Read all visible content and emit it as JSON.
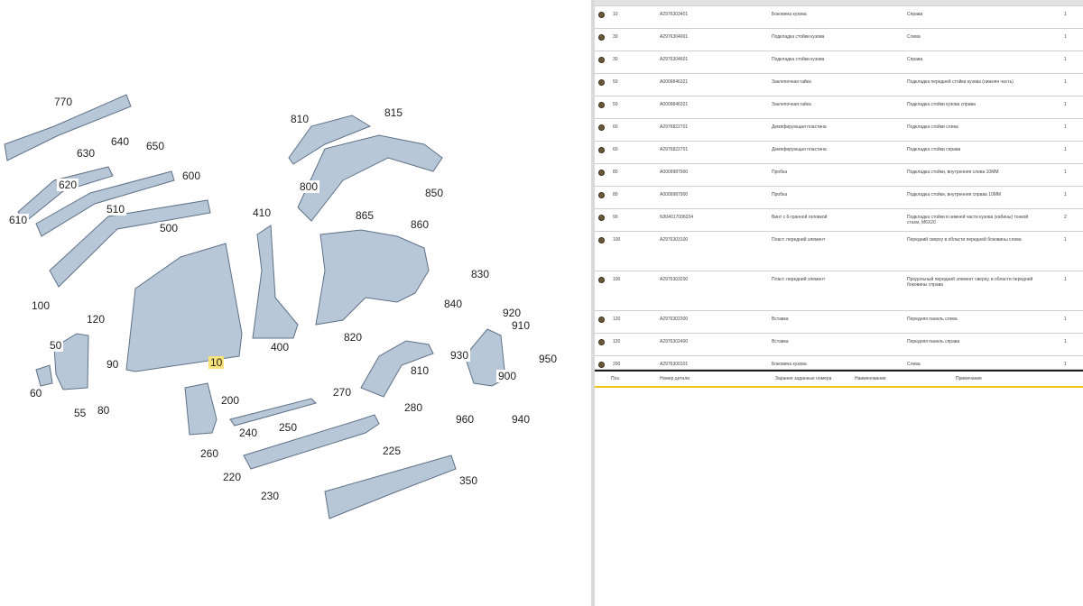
{
  "callouts": [
    "770",
    "810",
    "815",
    "630",
    "640",
    "650",
    "600",
    "620",
    "610",
    "510",
    "500",
    "410",
    "800",
    "850",
    "865",
    "860",
    "100",
    "120",
    "50",
    "90",
    "60",
    "55",
    "80",
    "10",
    "400",
    "830",
    "840",
    "920",
    "910",
    "930",
    "950",
    "900",
    "820",
    "810",
    "270",
    "200",
    "280",
    "240",
    "250",
    "260",
    "220",
    "230",
    "225",
    "350",
    "960",
    "940"
  ],
  "selected_callout": "10",
  "parts_table": {
    "columns": [
      "Поз.",
      "Номер детали",
      "Заранее заданные номера",
      "Наименование",
      "Примечание"
    ],
    "rows": [
      {
        "pos": "10",
        "number": "A2976303401",
        "name": "Боковина кузова",
        "note": "Справа",
        "qty": "1"
      },
      {
        "pos": "30",
        "number": "A2976304001",
        "name": "Подкладка стойки кузова",
        "note": "Слева",
        "qty": "1"
      },
      {
        "pos": "30",
        "number": "A2976304601",
        "name": "Подкладка стойки кузова",
        "note": "Справа",
        "qty": "1"
      },
      {
        "pos": "50",
        "number": "A0009846321",
        "name": "Заклепочная гайка",
        "note": "Подкладка передней стойки кузова (нижняя часть)",
        "qty": "1"
      },
      {
        "pos": "50",
        "number": "A0009846321",
        "name": "Заклепочная гайка",
        "note": "Подкладка стойки кузова справа",
        "qty": "1"
      },
      {
        "pos": "60",
        "number": "A2976822701",
        "name": "Демпфирующая пластина",
        "note": "Подкладка стойки слева",
        "qty": "1"
      },
      {
        "pos": "60",
        "number": "A2976822701",
        "name": "Демпфирующая пластина",
        "note": "Подкладка стойки справа",
        "qty": "1"
      },
      {
        "pos": "80",
        "number": "A0009987900",
        "name": "Пробка",
        "note": "Подкладка стойки, внутренняя слева 10ММ",
        "qty": "1"
      },
      {
        "pos": "80",
        "number": "A0009987900",
        "name": "Пробка",
        "note": "Подкладка стойки, внутренняя справа 10ММ",
        "qty": "1"
      },
      {
        "pos": "90",
        "number": "N304017006034",
        "name": "Винт с 6-гранной головкой",
        "note": "Подкладка стойки в нижней части кузова (кабины) тонкой стали, М6Х20",
        "qty": "2"
      },
      {
        "pos": "100",
        "number": "A2976303100",
        "name": "Пласт. передний элемент",
        "note": "Передний сверху в области передней боковины слева",
        "qty": "1"
      },
      {
        "pos": "100",
        "number": "A2976303200",
        "name": "Пласт. передний элемент",
        "note": "Продольный передний элемент сверху, в области передней боковины справа",
        "qty": "1"
      },
      {
        "pos": "120",
        "number": "A2976302300",
        "name": "Вставка",
        "note": "Передняя панель слева",
        "qty": "1"
      },
      {
        "pos": "120",
        "number": "A2976302400",
        "name": "Вставка",
        "note": "Передняя панель справа",
        "qty": "1"
      },
      {
        "pos": "200",
        "number": "A2976300101",
        "name": "Боковина кузова",
        "note": "Слева",
        "qty": "1"
      }
    ]
  }
}
